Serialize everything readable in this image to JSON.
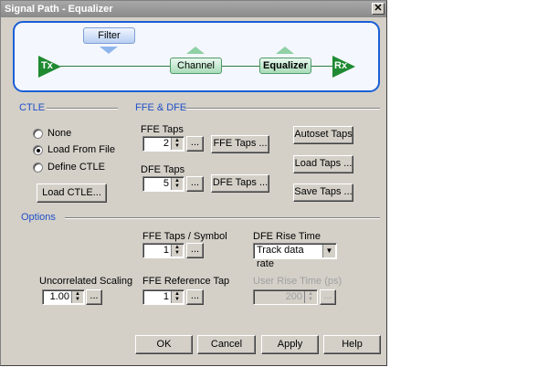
{
  "window": {
    "title": "Signal Path - Equalizer",
    "close": "✕"
  },
  "diagram": {
    "tx": "Tx",
    "rx": "Rx",
    "filter": "Filter",
    "channel": "Channel",
    "equalizer": "Equalizer"
  },
  "ctle": {
    "label": "CTLE",
    "options": [
      "None",
      "Load From File",
      "Define CTLE"
    ],
    "selected": "Load From File",
    "load_button": "Load CTLE..."
  },
  "ffe_dfe": {
    "label": "FFE & DFE",
    "ffe_taps_label": "FFE Taps",
    "ffe_taps": "2",
    "dfe_taps_label": "DFE Taps",
    "dfe_taps": "5",
    "dots": "...",
    "ffe_taps_button": "FFE Taps ...",
    "dfe_taps_button": "DFE Taps ...",
    "autoset": "Autoset Taps",
    "load_taps": "Load Taps ...",
    "save_taps": "Save Taps ..."
  },
  "options": {
    "label": "Options",
    "ffe_taps_symbol_label": "FFE Taps / Symbol",
    "ffe_taps_symbol": "1",
    "dfe_rise_label": "DFE Rise Time",
    "dfe_rise_value": "Track data rate",
    "uncorr_label": "Uncorrelated Scaling",
    "uncorr_value": "1.00",
    "ffe_ref_label": "FFE Reference Tap",
    "ffe_ref": "1",
    "user_rise_label": "User Rise Time (ps)",
    "user_rise": "200"
  },
  "buttons": {
    "ok": "OK",
    "cancel": "Cancel",
    "apply": "Apply",
    "help": "Help"
  },
  "colors": {
    "accent": "#1a5fd6",
    "node_green": "#1f8a32",
    "group_label": "#1f4fc8"
  }
}
